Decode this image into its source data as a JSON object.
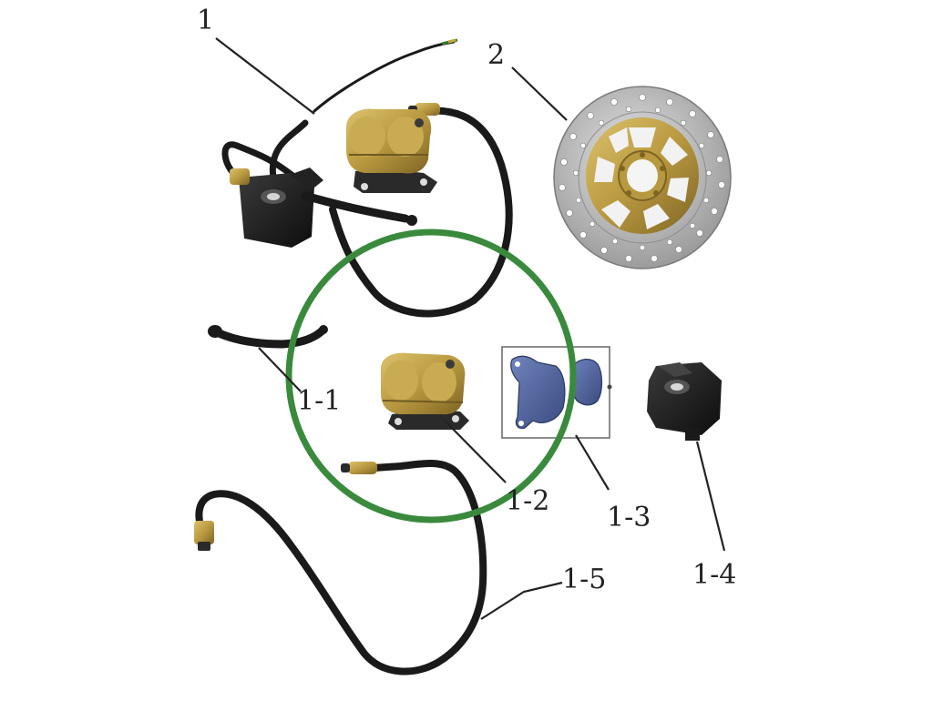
{
  "labels": {
    "part_1": "1",
    "part_2": "2",
    "part_1_1": "1-1",
    "part_1_2": "1-2",
    "part_1_3": "1-3",
    "part_1_4": "1-4",
    "part_1_5": "1-5"
  },
  "colors": {
    "highlight_circle": "#3a8a3e",
    "caliper_gold": "#b9993f",
    "hose_black": "#1a1a1a",
    "pad_blue": "#4a5e98",
    "disc_silver": "#b5b5b5",
    "ink": "#222222"
  },
  "icons": {
    "exploded_view": "brake-system-exploded-view",
    "highlight": "green-circle-highlight"
  }
}
